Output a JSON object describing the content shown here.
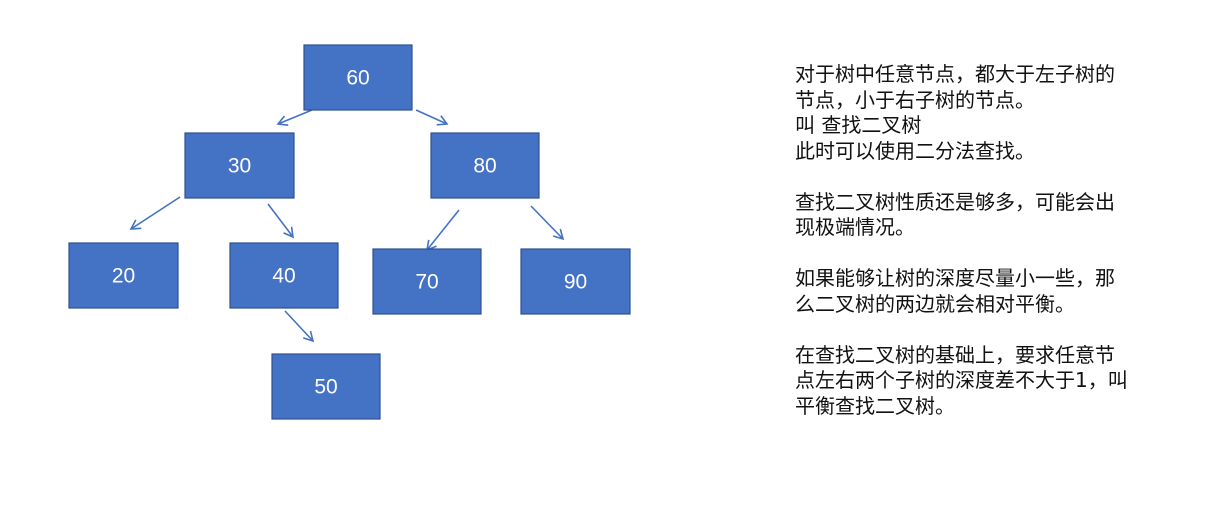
{
  "tree": {
    "nodes": [
      {
        "id": "n60",
        "label": "60"
      },
      {
        "id": "n30",
        "label": "30"
      },
      {
        "id": "n80",
        "label": "80"
      },
      {
        "id": "n20",
        "label": "20"
      },
      {
        "id": "n40",
        "label": "40"
      },
      {
        "id": "n70",
        "label": "70"
      },
      {
        "id": "n90",
        "label": "90"
      },
      {
        "id": "n50",
        "label": "50"
      }
    ],
    "edges": [
      {
        "from": "60",
        "to": "30"
      },
      {
        "from": "60",
        "to": "80"
      },
      {
        "from": "30",
        "to": "20"
      },
      {
        "from": "30",
        "to": "40"
      },
      {
        "from": "80",
        "to": "70"
      },
      {
        "from": "80",
        "to": "90"
      },
      {
        "from": "40",
        "to": "50"
      }
    ],
    "colors": {
      "node_fill": "#4472C4",
      "node_stroke": "#2F528F",
      "edge": "#4472C4",
      "text": "#ffffff"
    }
  },
  "notes": {
    "p1_l1": "对于树中任意节点，都大于左子树的",
    "p1_l2": "节点，小于右子树的节点。",
    "p1_l3": "叫 查找二叉树",
    "p1_l4": "此时可以使用二分法查找。",
    "p2_l1": "查找二叉树性质还是够多，可能会出",
    "p2_l2": "现极端情况。",
    "p3_l1": "如果能够让树的深度尽量小一些，那",
    "p3_l2": "么二叉树的两边就会相对平衡。",
    "p4_l1": "在查找二叉树的基础上，要求任意节",
    "p4_l2": "点左右两个子树的深度差不大于1，叫",
    "p4_l3": "平衡查找二叉树。"
  }
}
